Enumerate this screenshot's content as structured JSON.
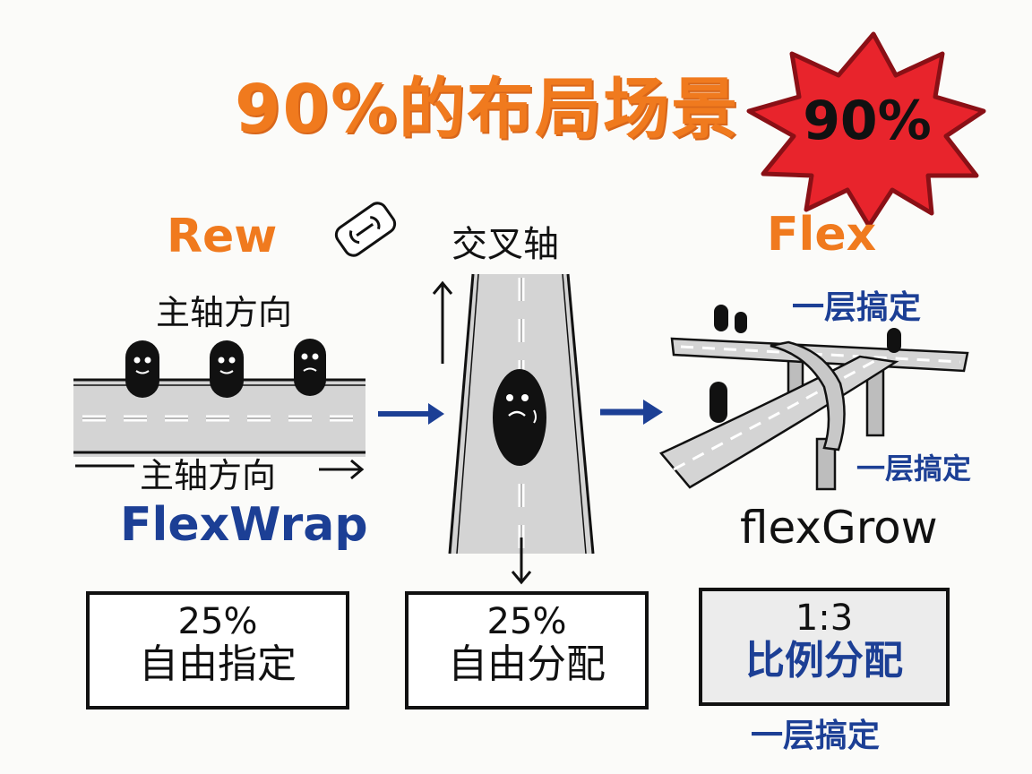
{
  "title": "90%的布局场景",
  "badge": {
    "text": "90%",
    "color": "#e8242c"
  },
  "colors": {
    "orange": "#f07a1e",
    "blue": "#1c3f95",
    "ink": "#111111",
    "road": "#d4d4d4"
  },
  "left": {
    "heading": "Rew",
    "axis_top": "主轴方向",
    "axis_bottom": "主轴方向",
    "wrap_label": "FlexWrap",
    "box_pct": "25%",
    "box_desc": "自由指定"
  },
  "middle": {
    "heading": "交叉轴",
    "icon": "link-icon",
    "box_pct": "25%",
    "box_desc": "自由分配"
  },
  "right": {
    "heading": "Flex",
    "note_top": "一层搞定",
    "note_mid": "一层搞定",
    "grow_label": "flexGrow",
    "box_ratio": "1:3",
    "box_desc": "比例分配",
    "note_bottom": "一层搞定"
  }
}
